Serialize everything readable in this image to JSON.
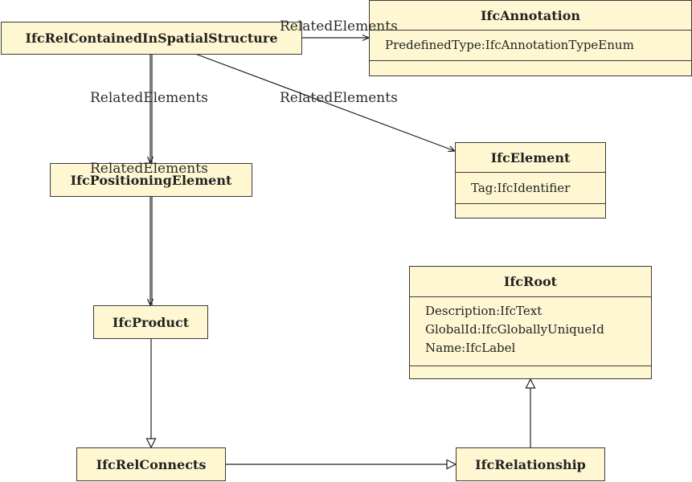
{
  "classes": {
    "rel_contained": {
      "name": "IfcRelContainedInSpatialStructure"
    },
    "annotation": {
      "name": "IfcAnnotation",
      "attrs": [
        {
          "name": "PredefinedType",
          "type": "IfcAnnotationTypeEnum"
        }
      ]
    },
    "element": {
      "name": "IfcElement",
      "attrs": [
        {
          "name": "Tag",
          "type": "IfcIdentifier"
        }
      ]
    },
    "positioning": {
      "name": "IfcPositioningElement"
    },
    "product": {
      "name": "IfcProduct"
    },
    "root": {
      "name": "IfcRoot",
      "attrs": [
        {
          "name": "Description",
          "type": "IfcText"
        },
        {
          "name": "GlobalId",
          "type": "IfcGloballyUniqueId"
        },
        {
          "name": "Name",
          "type": "IfcLabel"
        }
      ]
    },
    "rel_connects": {
      "name": "IfcRelConnects"
    },
    "relationship": {
      "name": "IfcRelationship"
    }
  },
  "edge_labels": {
    "to_annotation": "RelatedElements",
    "to_positioning_1": "RelatedElements",
    "to_element": "RelatedElements",
    "to_positioning_2": "RelatedElements"
  },
  "separator": ":"
}
